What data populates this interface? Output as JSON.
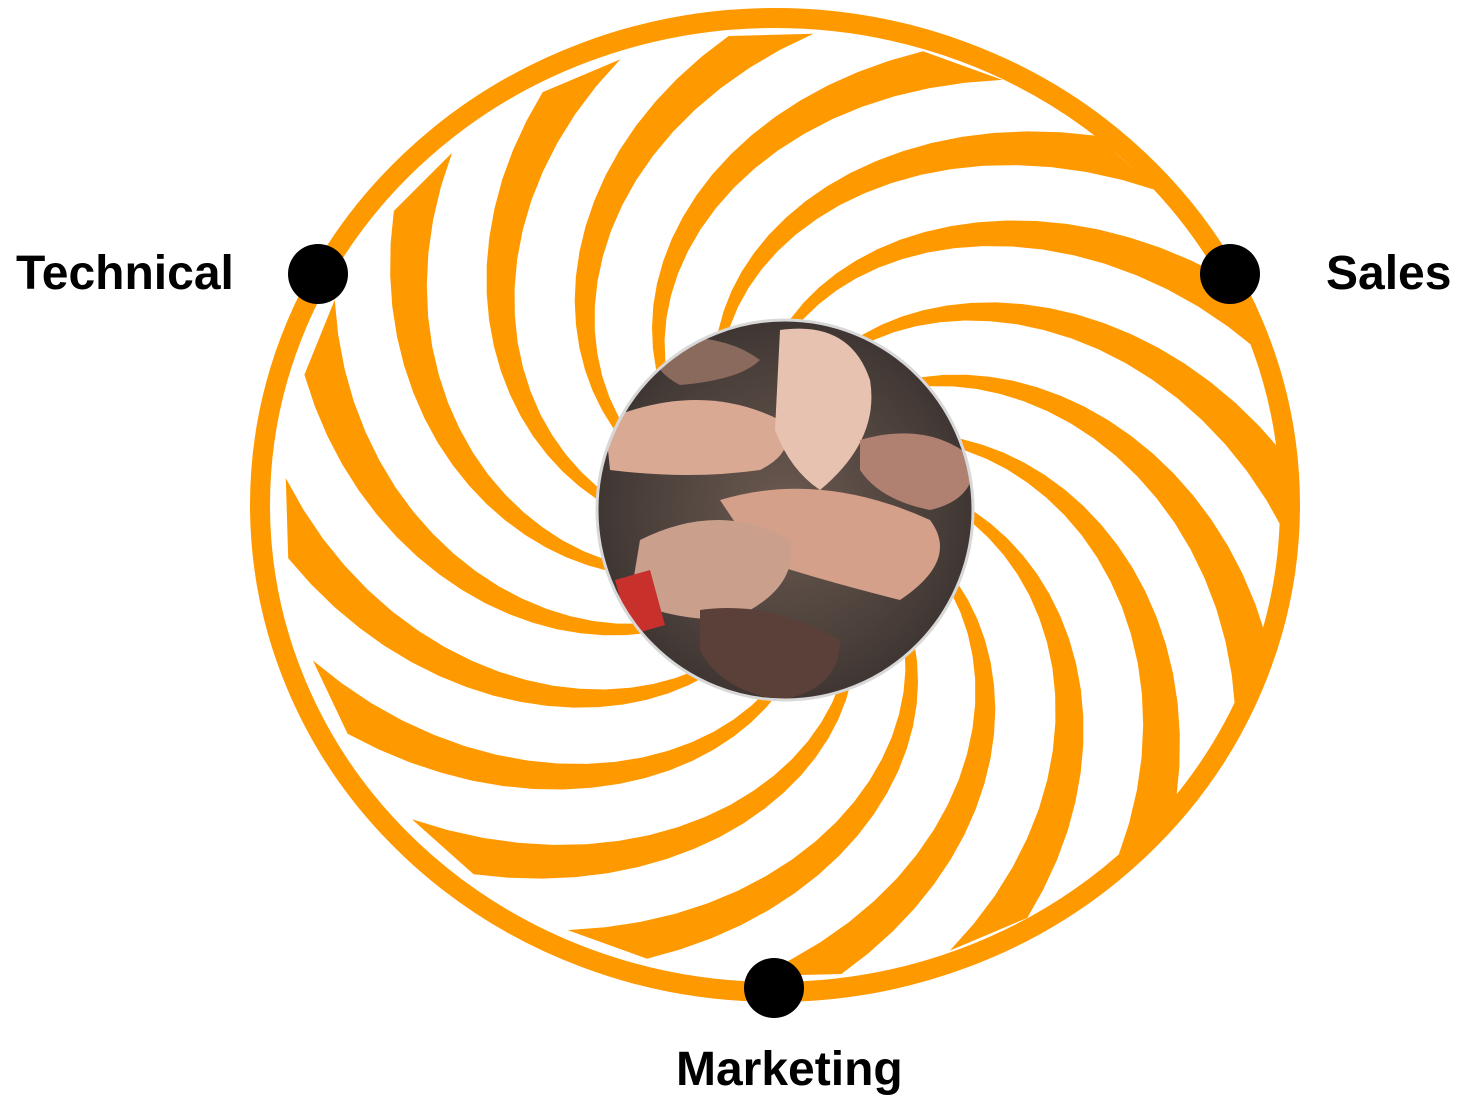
{
  "diagram": {
    "nodes": [
      {
        "id": "technical",
        "label": "Technical"
      },
      {
        "id": "sales",
        "label": "Sales"
      },
      {
        "id": "marketing",
        "label": "Marketing"
      }
    ],
    "center_image": "hands-together-photo",
    "colors": {
      "ring": "#FF9900",
      "spiral_arms": "#FF9900",
      "node_dot": "#000000",
      "label_text": "#000000",
      "background": "#FFFFFF"
    }
  }
}
